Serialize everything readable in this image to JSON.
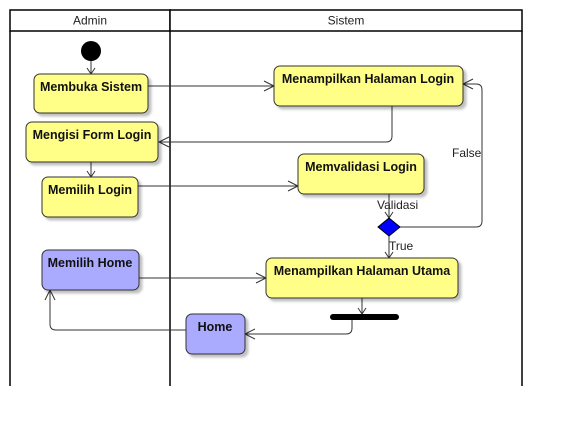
{
  "lanes": [
    {
      "id": "admin",
      "title": "Admin"
    },
    {
      "id": "sistem",
      "title": "Sistem"
    }
  ],
  "nodes": {
    "membuka_sistem": {
      "label": "Membuka Sistem",
      "fill": "#ffff88"
    },
    "mengisi_form": {
      "label": "Mengisi Form Login",
      "fill": "#ffff88"
    },
    "memilih_login": {
      "label": "Memilih Login",
      "fill": "#ffff88"
    },
    "memilih_home": {
      "label": "Memilih Home",
      "fill": "#aaaaff"
    },
    "home": {
      "label": "Home",
      "fill": "#aaaaff"
    },
    "tampil_login": {
      "label": "Menampilkan Halaman Login",
      "fill": "#ffff88"
    },
    "validasi_login": {
      "label": "Memvalidasi Login",
      "fill": "#ffff88"
    },
    "tampil_utama": {
      "label": "Menampilkan Halaman Utama",
      "fill": "#ffff88"
    }
  },
  "decision": {
    "color": "#0000ff"
  },
  "edge_labels": {
    "false": "False",
    "validasi": "Validasi",
    "true": "True"
  }
}
